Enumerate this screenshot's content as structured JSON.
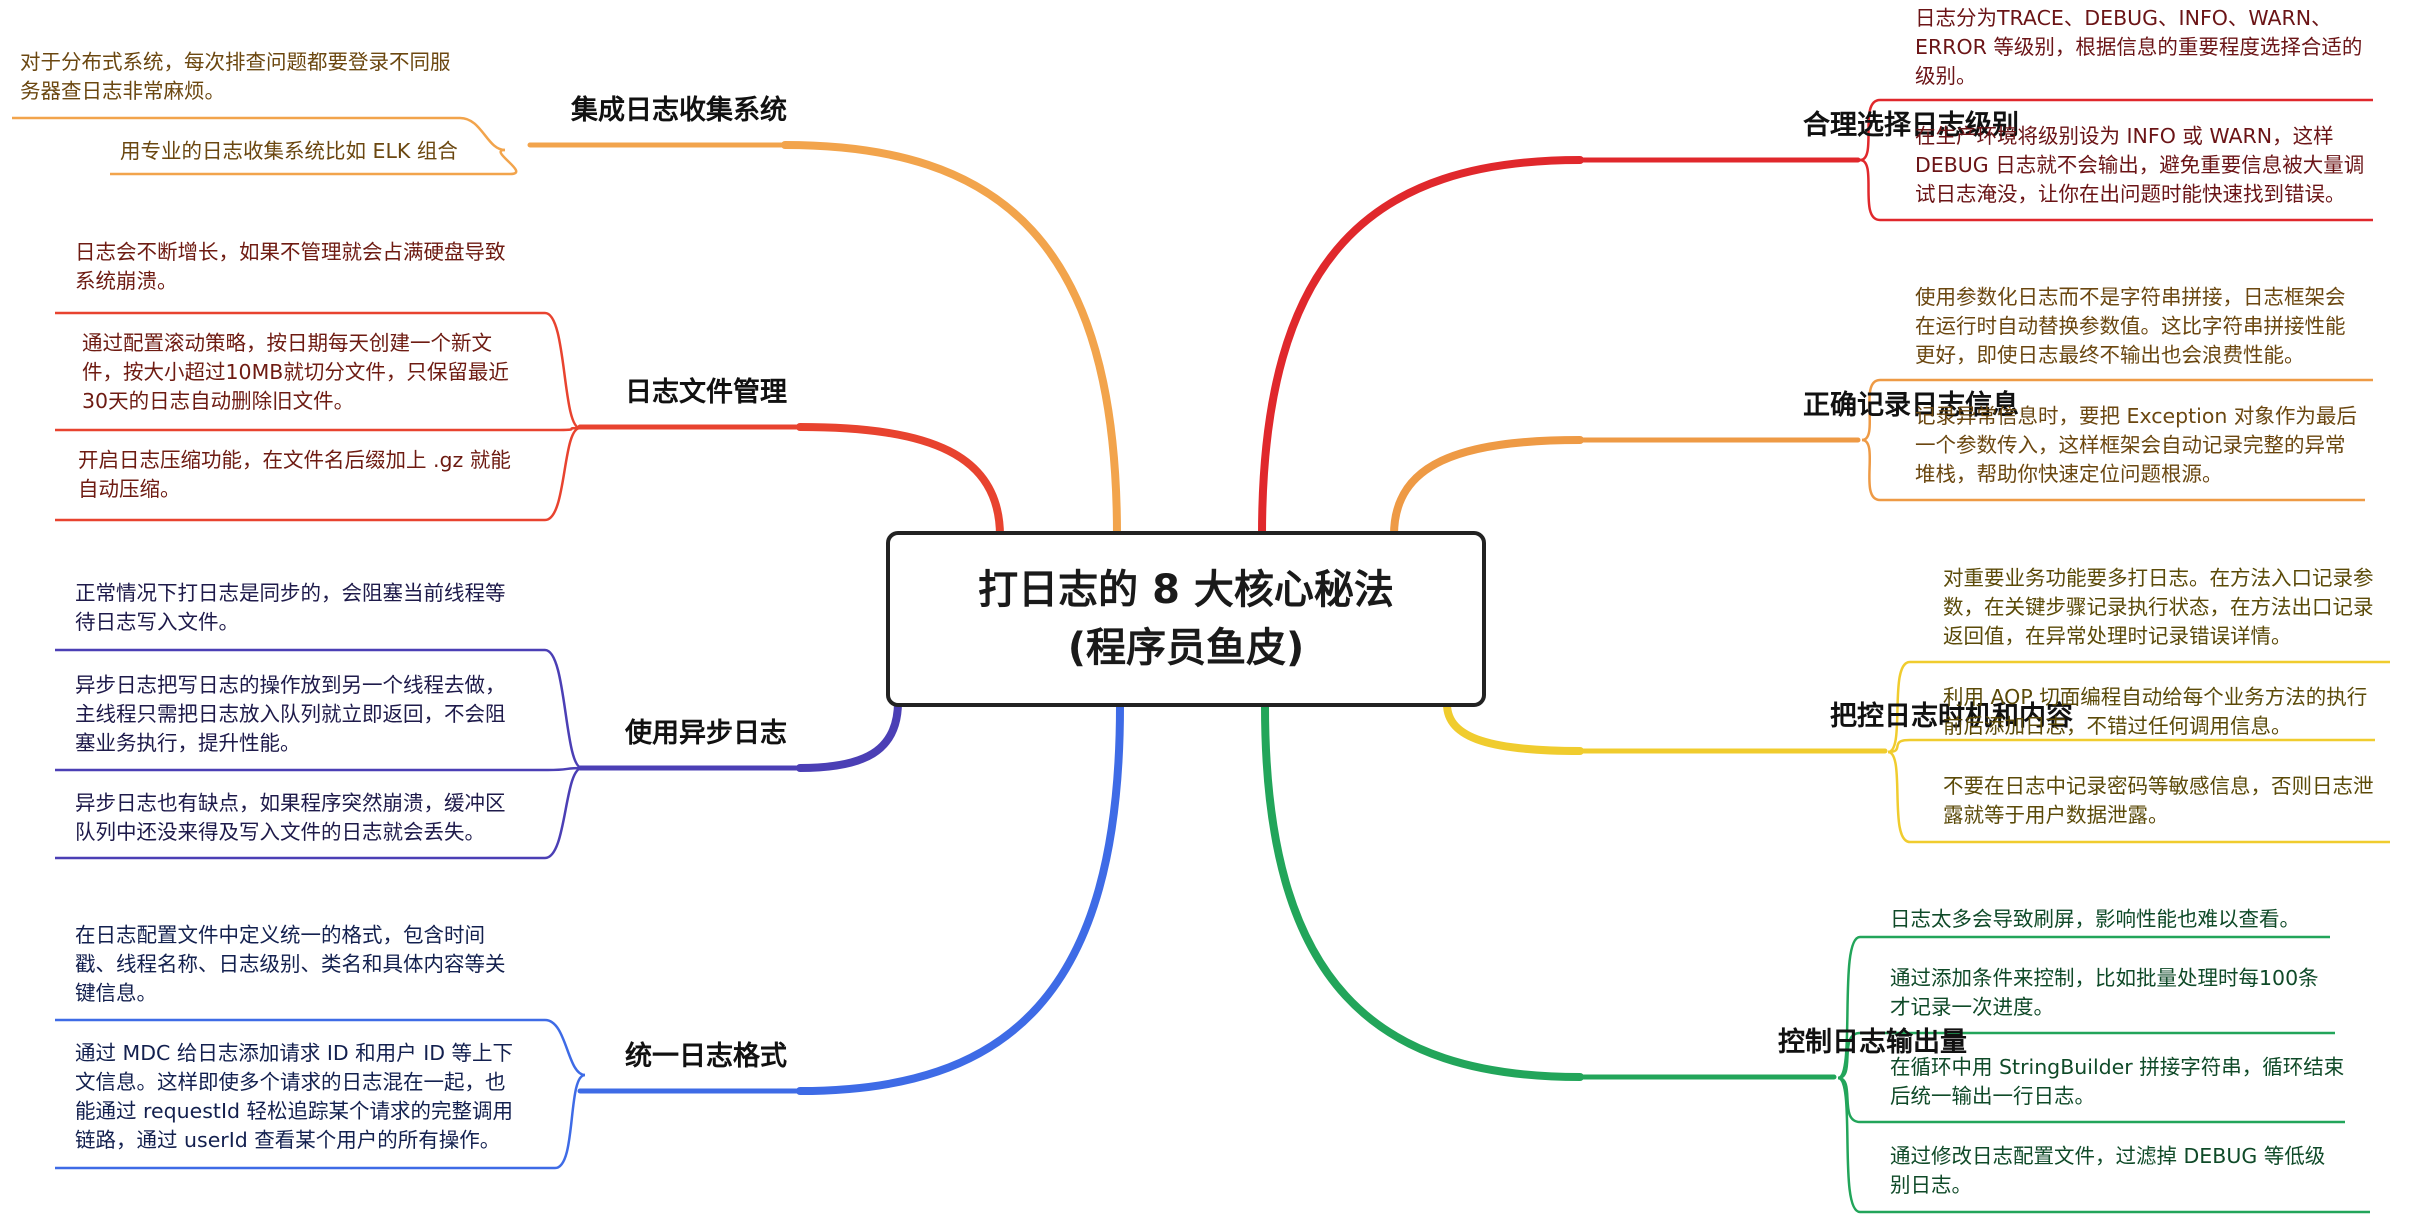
{
  "title": {
    "line1": "打日志的 8 大核心秘法",
    "line2": "(程序员鱼皮)"
  },
  "branches": [
    {
      "key": "b1",
      "label": "集成日志收集系统",
      "side": "left",
      "color": "#F2A44C",
      "text_color": "#6B4710",
      "items": [
        {
          "lines": [
            "对于分布式系统，每次排查问题都要登录不同服",
            "务器查日志非常麻烦。"
          ]
        },
        {
          "lines": [
            "用专业的日志收集系统比如 ELK 组合"
          ]
        }
      ]
    },
    {
      "key": "b2",
      "label": "日志文件管理",
      "side": "left",
      "color": "#E8432F",
      "text_color": "#6E1B12",
      "items": [
        {
          "lines": [
            "日志会不断增长，如果不管理就会占满硬盘导致",
            "系统崩溃。"
          ]
        },
        {
          "lines": [
            "通过配置滚动策略，按日期每天创建一个新文",
            "件，按大小超过10MB就切分文件，只保留最近",
            "30天的日志自动删除旧文件。"
          ]
        },
        {
          "lines": [
            "开启日志压缩功能，在文件名后缀加上 .gz 就能",
            "自动压缩。"
          ]
        }
      ]
    },
    {
      "key": "b3",
      "label": "使用异步日志",
      "side": "left",
      "color": "#4B3FB5",
      "text_color": "#1E1A4A",
      "items": [
        {
          "lines": [
            "正常情况下打日志是同步的，会阻塞当前线程等",
            "待日志写入文件。"
          ]
        },
        {
          "lines": [
            "异步日志把写日志的操作放到另一个线程去做，",
            "主线程只需把日志放入队列就立即返回，不会阻",
            "塞业务执行，提升性能。"
          ]
        },
        {
          "lines": [
            "异步日志也有缺点，如果程序突然崩溃，缓冲区",
            "队列中还没来得及写入文件的日志就会丢失。"
          ]
        }
      ]
    },
    {
      "key": "b4",
      "label": "统一日志格式",
      "side": "left",
      "color": "#3E6BE6",
      "text_color": "#13204F",
      "items": [
        {
          "lines": [
            "在日志配置文件中定义统一的格式，包含时间",
            "戳、线程名称、日志级别、类名和具体内容等关",
            "键信息。"
          ]
        },
        {
          "lines": [
            "通过 MDC 给日志添加请求 ID 和用户 ID 等上下",
            "文信息。这样即使多个请求的日志混在一起，也",
            "能通过 requestId 轻松追踪某个请求的完整调用",
            "链路，通过 userId 查看某个用户的所有操作。"
          ]
        }
      ]
    },
    {
      "key": "b5",
      "label": "合理选择日志级别",
      "side": "right",
      "color": "#E0282C",
      "text_color": "#6B1416",
      "items": [
        {
          "lines": [
            "日志分为TRACE、DEBUG、INFO、WARN、",
            "ERROR 等级别，根据信息的重要程度选择合适的",
            "级别。"
          ]
        },
        {
          "lines": [
            "在生产环境将级别设为 INFO 或 WARN，这样",
            "DEBUG 日志就不会输出，避免重要信息被大量调",
            "试日志淹没，让你在出问题时能快速找到错误。"
          ]
        }
      ]
    },
    {
      "key": "b6",
      "label": "正确记录日志信息",
      "side": "right",
      "color": "#EE9A45",
      "text_color": "#6B4710",
      "items": [
        {
          "lines": [
            "使用参数化日志而不是字符串拼接，日志框架会",
            "在运行时自动替换参数值。这比字符串拼接性能",
            "更好，即使日志最终不输出也会浪费性能。"
          ]
        },
        {
          "lines": [
            "记录异常信息时，要把 Exception 对象作为最后",
            "一个参数传入，这样框架会自动记录完整的异常",
            "堆栈，帮助你快速定位问题根源。"
          ]
        }
      ]
    },
    {
      "key": "b7",
      "label": "把控日志时机和内容",
      "side": "right",
      "color": "#F0CC2E",
      "text_color": "#5B4A08",
      "items": [
        {
          "lines": [
            "对重要业务功能要多打日志。在方法入口记录参",
            "数，在关键步骤记录执行状态，在方法出口记录",
            "返回值，在异常处理时记录错误详情。"
          ]
        },
        {
          "lines": [
            "利用 AOP 切面编程自动给每个业务方法的执行",
            "前后添加日志，不错过任何调用信息。"
          ]
        },
        {
          "lines": [
            "不要在日志中记录密码等敏感信息，否则日志泄",
            "露就等于用户数据泄露。"
          ]
        }
      ]
    },
    {
      "key": "b8",
      "label": "控制日志输出量",
      "side": "right",
      "color": "#22A55A",
      "text_color": "#0F4A28",
      "items": [
        {
          "lines": [
            "日志太多会导致刷屏，影响性能也难以查看。"
          ]
        },
        {
          "lines": [
            "通过添加条件来控制，比如批量处理时每100条",
            "才记录一次进度。"
          ]
        },
        {
          "lines": [
            "在循环中用 StringBuilder 拼接字符串，循环结束",
            "后统一输出一行日志。"
          ]
        },
        {
          "lines": [
            "通过修改日志配置文件，过滤掉 DEBUG 等低级",
            "别日志。"
          ]
        }
      ]
    }
  ]
}
